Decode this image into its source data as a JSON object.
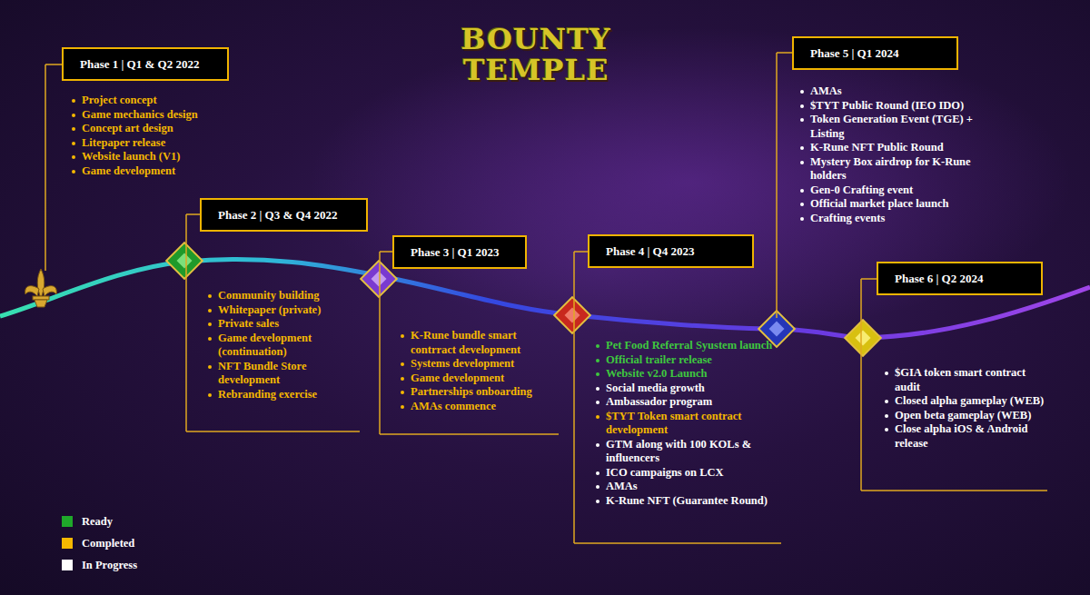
{
  "diagram": {
    "title": "BOUNTY TEMPLE",
    "nodes": [
      {
        "text": [
          "Phase 1 | Q1 & Q2 2022",
          "Project concept",
          "Game mechanics design",
          "Concept art design",
          "Litepaper release",
          "Website launch (V1)",
          "Game development"
        ]
      },
      {
        "text": [
          "Phase 2 | Q3 & Q4 2022",
          "Community building",
          "Whitepaper (private)",
          "Private sales",
          "Game development (continuation)",
          "NFT Bundle Store development",
          "Rebranding exercise"
        ]
      },
      {
        "text": [
          "Phase 3 | Q1 2023",
          "K-Rune bundle smart contrract development",
          "Systems development",
          "Game development",
          "Partnerships onboarding",
          "AMAs commence"
        ]
      },
      {
        "text": [
          "Phase 4 | Q4 2023",
          "Pet Food Referral Syustem launch",
          "Official trailer release",
          "Website v2.0 Launch",
          "Social media growth",
          "Ambassador program",
          "$TYT Token smart contract development",
          "GTM along with 100 KOLs & influencers",
          "ICO campaigns on LCX",
          "AMAs",
          "K-Rune NFT (Guarantee Round)"
        ]
      },
      {
        "text": [
          "Phase 5 | Q1 2024",
          "AMAs",
          "$TYT Public Round (IEO IDO)",
          "Token Generation Event (TGE) + Listing",
          "K-Rune NFT Public Round",
          "Mystery Box airdrop for K-Rune holders",
          "Gen-0 Crafting event",
          "Official market place launch",
          "Crafting events"
        ]
      },
      {
        "text": [
          "Phase 6 | Q2 2024",
          "$GIA token smart contract audit",
          "Closed alpha gameplay (WEB)",
          "Open beta gameplay (WEB)",
          "Close alpha iOS & Android release"
        ]
      }
    ],
    "legend": [
      {
        "text": "Ready",
        "color": "#1fa82a"
      },
      {
        "text": "Completed",
        "color": "#f5b800"
      },
      {
        "text": "In Progress",
        "color": "#ffffff"
      }
    ]
  }
}
